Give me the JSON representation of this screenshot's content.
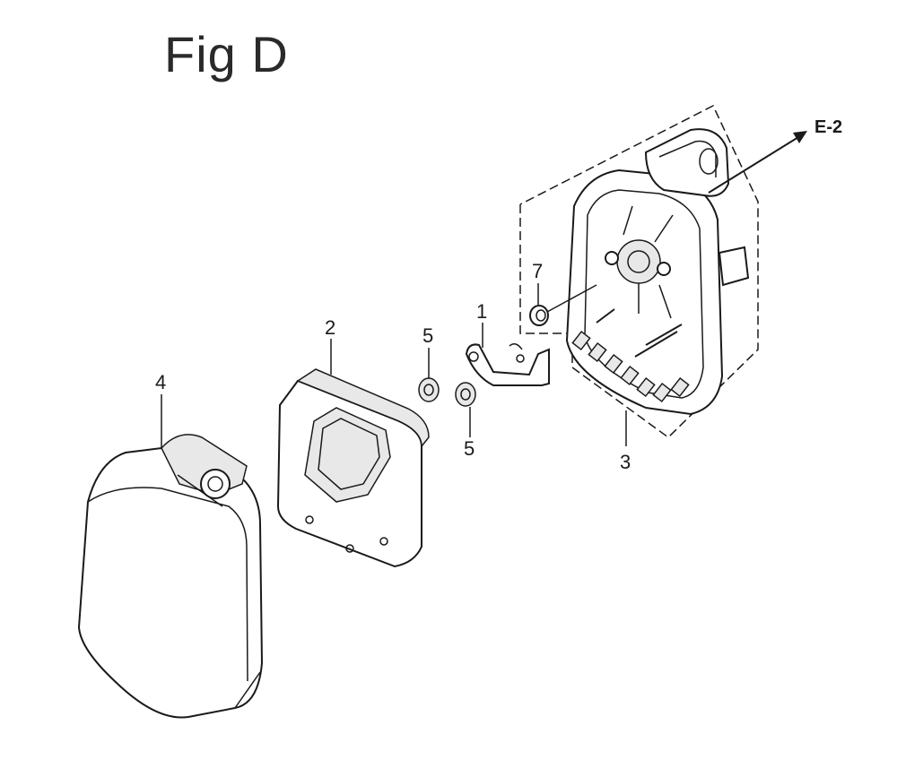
{
  "figure": {
    "title": "Fig D",
    "reference": "E-2"
  },
  "callouts": [
    {
      "id": "part-1",
      "label": "1"
    },
    {
      "id": "part-2",
      "label": "2"
    },
    {
      "id": "part-3",
      "label": "3"
    },
    {
      "id": "part-4",
      "label": "4"
    },
    {
      "id": "part-5a",
      "label": "5"
    },
    {
      "id": "part-5b",
      "label": "5"
    },
    {
      "id": "part-7",
      "label": "7"
    }
  ]
}
